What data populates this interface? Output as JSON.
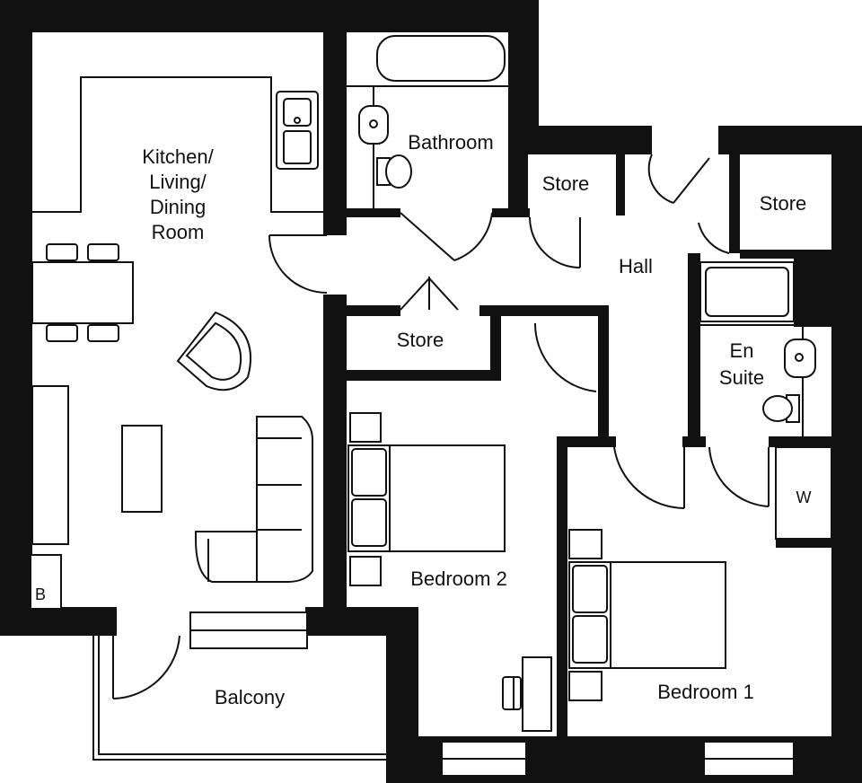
{
  "plan": {
    "wall_color": "#111111",
    "floor_color": "#ffffff",
    "rooms": {
      "kitchen": [
        "Kitchen/",
        "Living/",
        "Dining",
        "Room"
      ],
      "bathroom": "Bathroom",
      "store_top": "Store",
      "store_right": "Store",
      "store_mid": "Store",
      "hall": "Hall",
      "ensuite": [
        "En",
        "Suite"
      ],
      "bedroom2": "Bedroom 2",
      "bedroom1": "Bedroom 1",
      "balcony": "Balcony",
      "boiler": "B",
      "wardrobe": "W"
    }
  }
}
